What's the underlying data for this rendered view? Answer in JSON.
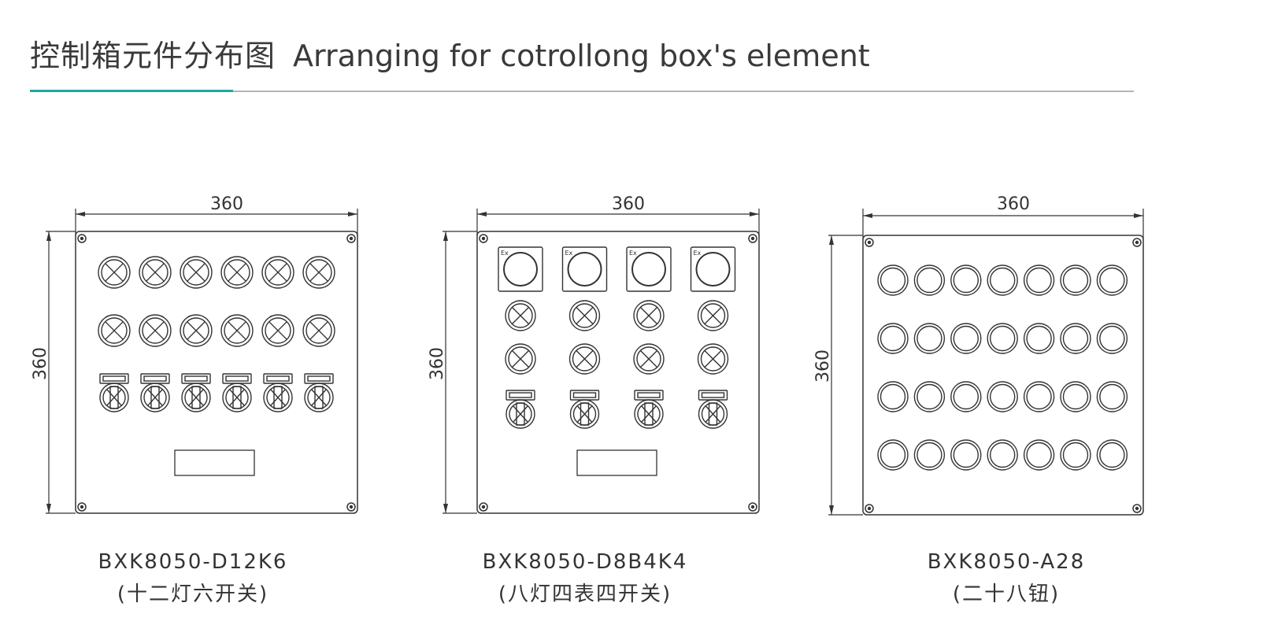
{
  "header": {
    "title_cn": "控制箱元件分布图",
    "title_en": "Arranging for cotrollong box's element",
    "accent_color": "#1fa7a2",
    "rule_color": "#b5b5b5"
  },
  "diagram": {
    "boxes": [
      {
        "width_label": "360",
        "height_label": "360",
        "model": "BXK8050-D12K6",
        "description": "(十二灯六开关)",
        "lamp_rows": 2,
        "lamps_per_row": 6,
        "switches": 6,
        "meters": 0,
        "nameplate": true
      },
      {
        "width_label": "360",
        "height_label": "360",
        "model": "BXK8050-D8B4K4",
        "description": "(八灯四表四开关)",
        "meter_label": "Ex",
        "lamp_rows": 2,
        "lamps_per_row": 4,
        "switches": 4,
        "meters": 4,
        "nameplate": true
      },
      {
        "width_label": "360",
        "height_label": "360",
        "model": "BXK8050-A28",
        "description": "(二十八钮)",
        "button_rows": 4,
        "buttons_per_row": 7,
        "nameplate": false
      }
    ]
  }
}
